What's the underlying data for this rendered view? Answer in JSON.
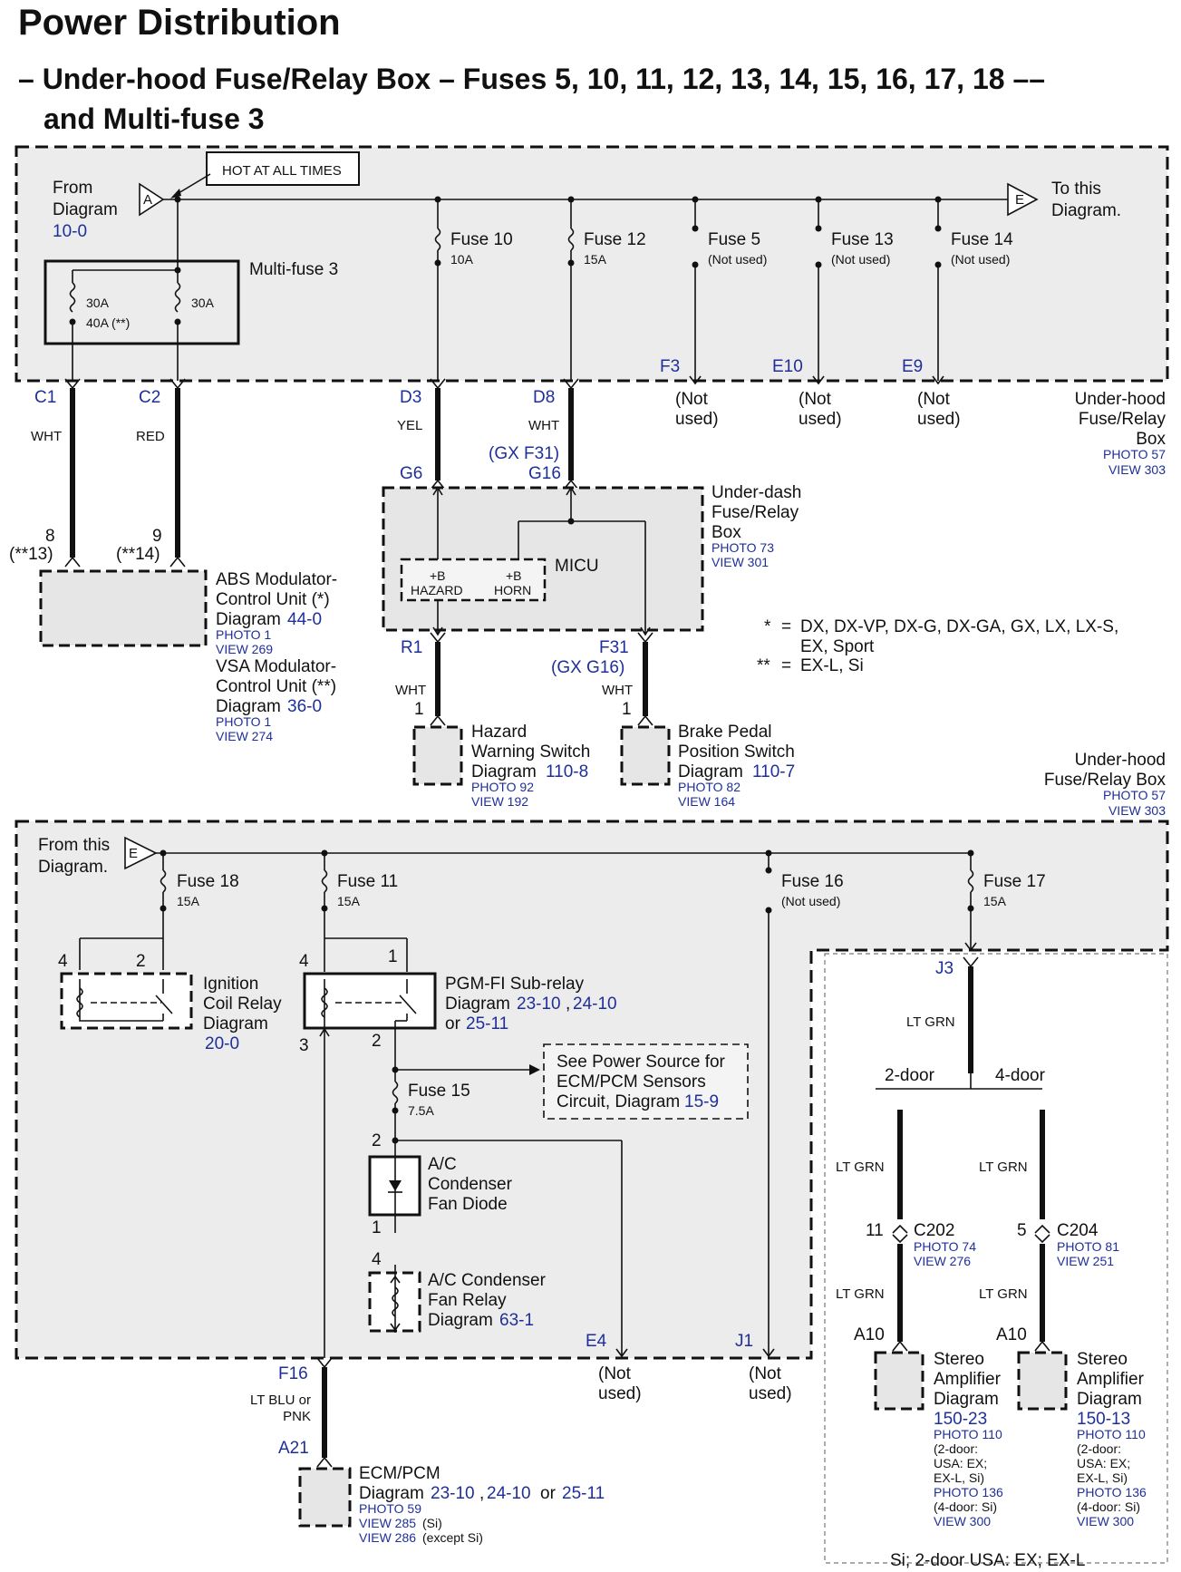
{
  "title": "Power Distribution",
  "subtitle_line1": "– Under-hood Fuse/Relay Box – Fuses 5, 10, 11, 12, 13, 14, 15, 16, 17, 18 ––",
  "subtitle_line2": "and Multi-fuse 3",
  "top": {
    "hot_label": "HOT AT ALL TIMES",
    "from_text1": "From",
    "from_text2": "Diagram",
    "from_ref": "10-0",
    "conn_a": "A",
    "conn_e": "E",
    "to_text1": "To this",
    "to_text2": "Diagram.",
    "multifuse_label": "Multi-fuse 3",
    "mf_30a_1": "30A",
    "mf_40a": "40A (**)",
    "mf_30a_2": "30A",
    "fuses": [
      {
        "name": "Fuse 10",
        "rating": "10A"
      },
      {
        "name": "Fuse 12",
        "rating": "15A"
      },
      {
        "name": "Fuse 5",
        "rating": "(Not used)"
      },
      {
        "name": "Fuse 13",
        "rating": "(Not used)"
      },
      {
        "name": "Fuse 14",
        "rating": "(Not used)"
      }
    ],
    "terms": [
      "F3",
      "E10",
      "E9"
    ],
    "not_used1": "(Not",
    "not_used2": "used)",
    "box_name1": "Under-hood",
    "box_name2": "Fuse/Relay",
    "box_name3": "Box",
    "box_photo": "PHOTO 57",
    "box_view": "VIEW 303"
  },
  "wires": {
    "c1": "C1",
    "c1_color": "WHT",
    "c2": "C2",
    "c2_color": "RED",
    "d3": "D3",
    "d3_color": "YEL",
    "d8": "D8",
    "d8_color": "WHT",
    "gx_f31": "(GX F31)",
    "g6": "G6",
    "g16": "G16",
    "pin8": "8",
    "pin8b": "(**13)",
    "pin9": "9",
    "pin9b": "(**14)"
  },
  "abs": {
    "line1": "ABS Modulator-",
    "line2": "Control Unit (*)",
    "diag": "Diagram",
    "diag_ref": "44-0",
    "photo": "PHOTO 1",
    "view": "VIEW 269",
    "vsa1": "VSA Modulator-",
    "vsa2": "Control Unit (**)",
    "vsa_ref": "36-0",
    "vsa_photo": "PHOTO 1",
    "vsa_view": "VIEW 274"
  },
  "underdash": {
    "name1": "Under-dash",
    "name2": "Fuse/Relay",
    "name3": "Box",
    "photo": "PHOTO 73",
    "view": "VIEW 301",
    "micu": "MICU",
    "plus_b": "+B",
    "hazard": "HAZARD",
    "horn": "HORN",
    "r1": "R1",
    "f31": "F31",
    "gx_g16": "(GX G16)",
    "wht": "WHT",
    "pin1": "1"
  },
  "hazard_sw": {
    "line1": "Hazard",
    "line2": "Warning Switch",
    "diag": "Diagram",
    "ref": "110-8",
    "photo": "PHOTO 92",
    "view": "VIEW 192"
  },
  "brake_sw": {
    "line1": "Brake Pedal",
    "line2": "Position Switch",
    "diag": "Diagram",
    "ref": "110-7",
    "photo": "PHOTO 82",
    "view": "VIEW 164"
  },
  "notes": {
    "star": "*",
    "eq": "=",
    "star_text1": "DX, DX-VP, DX-G, DX-GA, GX, LX, LX-S,",
    "star_text2": "EX, Sport",
    "dstar": "**",
    "dstar_text": "EX-L, Si"
  },
  "bottom": {
    "from1": "From this",
    "from2": "Diagram.",
    "fuse18": "Fuse 18",
    "fuse18_r": "15A",
    "fuse11": "Fuse 11",
    "fuse11_r": "15A",
    "fuse16": "Fuse 16",
    "fuse16_r": "(Not used)",
    "fuse17": "Fuse 17",
    "fuse17_r": "15A",
    "fuse15": "Fuse 15",
    "fuse15_r": "7.5A",
    "ign1": "Ignition",
    "ign2": "Coil Relay",
    "ign3": "Diagram",
    "ign_ref": "20-0",
    "pgm1": "PGM-FI Sub-relay",
    "pgm_diag": "Diagram",
    "pgm_ref1": "23-10",
    "pgm_ref2": "24-10",
    "pgm_or": "or",
    "pgm_ref3": "25-11",
    "see1": "See Power Source for",
    "see2": "ECM/PCM Sensors",
    "see3": "Circuit, Diagram",
    "see_ref": "15-9",
    "diode1": "A/C",
    "diode2": "Condenser",
    "diode3": "Fan Diode",
    "fanr1": "A/C Condenser",
    "fanr2": "Fan Relay",
    "fanr_diag": "Diagram",
    "fanr_ref": "63-1",
    "p4": "4",
    "p2": "2",
    "p1": "1",
    "p3": "3",
    "e4": "E4",
    "j1": "J1",
    "j3": "J3",
    "f16": "F16",
    "f16_color1": "LT BLU or",
    "f16_color2": "PNK",
    "a21": "A21",
    "ecm1": "ECM/PCM",
    "ecm_diag": "Diagram",
    "ecm_ref1": "23-10",
    "ecm_ref2": "24-10",
    "ecm_or": "or",
    "ecm_ref3": "25-11",
    "ecm_photo": "PHOTO 59",
    "ecm_view1": "VIEW 285",
    "ecm_si": "(Si)",
    "ecm_view2": "VIEW 286",
    "ecm_except": "(except Si)",
    "box_name1": "Under-hood",
    "box_name2": "Fuse/Relay Box",
    "box_photo": "PHOTO 57",
    "box_view": "VIEW 303"
  },
  "stereo": {
    "ltgrn": "LT GRN",
    "two_door": "2-door",
    "four_door": "4-door",
    "c202": "C202",
    "c202_pin": "11",
    "c202_photo": "PHOTO 74",
    "c202_view": "VIEW 276",
    "c204": "C204",
    "c204_pin": "5",
    "c204_photo": "PHOTO 81",
    "c204_view": "VIEW 251",
    "a10": "A10",
    "amp1": "Stereo",
    "amp2": "Amplifier",
    "amp3": "Diagram",
    "ref1": "150-23",
    "ref2": "150-13",
    "photo110": "PHOTO 110",
    "photo136": "PHOTO 136",
    "view300": "VIEW 300",
    "n1": "(2-door:",
    "n2": "USA: EX;",
    "n3": "EX-L, Si)",
    "n4": "(4-door: Si)",
    "footer": "Si; 2-door USA: EX; EX-L"
  }
}
